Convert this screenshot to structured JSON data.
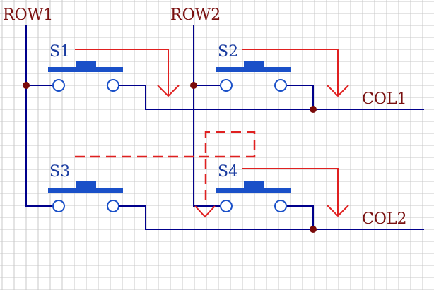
{
  "nets": {
    "row1": "ROW1",
    "row2": "ROW2",
    "col1": "COL1",
    "col2": "COL2"
  },
  "switches": {
    "s1": "S1",
    "s2": "S2",
    "s3": "S3",
    "s4": "S4"
  },
  "colors": {
    "wire": "#00008b",
    "switch": "#1a50c8",
    "node": "#7a0a0a",
    "signal_path": "#e02020",
    "label": "#7a1010"
  }
}
